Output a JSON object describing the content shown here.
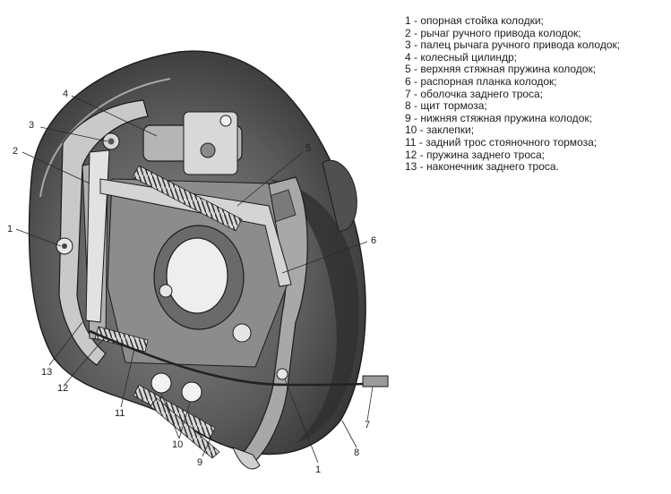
{
  "legend": [
    "1 - опорная стойка колодки;",
    "2 - рычаг ручного привода колодок;",
    "3 - палец рычага ручного привода колодок;",
    "4 - колесный цилиндр;",
    "5 - верхняя стяжная пружина колодок;",
    "6 - распорная планка колодок;",
    "7 - оболочка заднего троса;",
    "8 - щит тормоза;",
    "9 - нижняя стяжная пружина колодок;",
    "10 - заклепки;",
    "11 - задний трос стояночного тормоза;",
    "12 - пружина заднего троса;",
    "13 - наконечник заднего троса."
  ],
  "callouts": {
    "c4": "4",
    "c3": "3",
    "c2": "2",
    "c1_left": "1",
    "c5": "5",
    "c6": "6",
    "c13": "13",
    "c12": "12",
    "c11": "11",
    "c10": "10",
    "c9": "9",
    "c1_bottom": "1",
    "c8": "8",
    "c7": "7"
  },
  "colors": {
    "shield_dark": "#3a3a3a",
    "shield_mid": "#6e6e6e",
    "part_light": "#bdbdbd",
    "ink": "#1c1c1c"
  }
}
